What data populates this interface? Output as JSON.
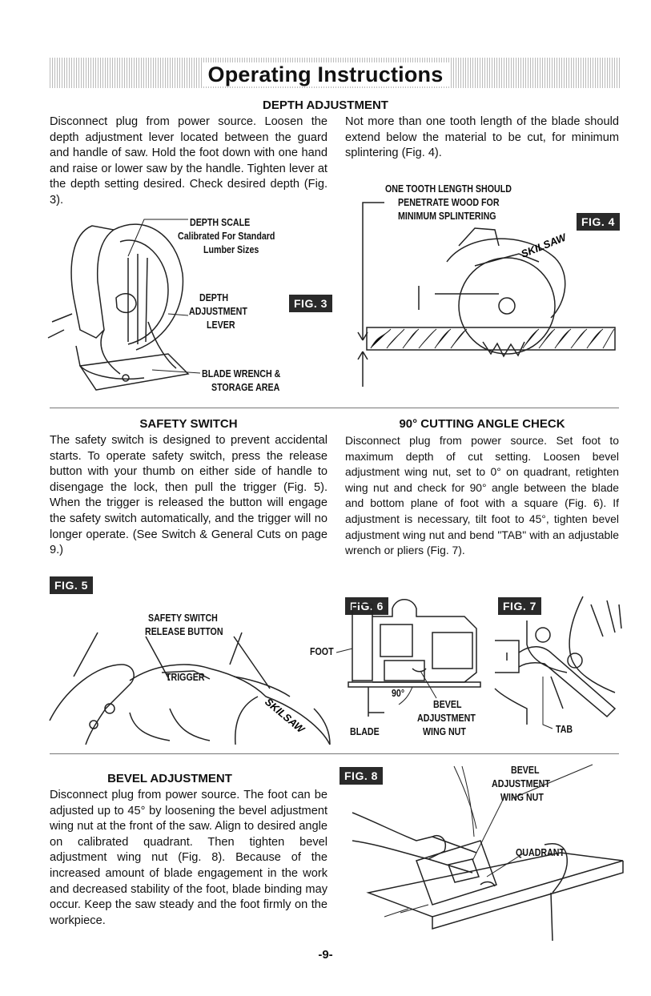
{
  "page_title": "Operating Instructions",
  "page_number": "-9-",
  "depth": {
    "heading": "DEPTH ADJUSTMENT",
    "text_left": "Disconnect plug from power source. Loosen the depth adjustment lever located between the guard and handle of saw. Hold the foot down with one hand and raise or lower saw by the handle. Tighten lever at the depth setting desired. Check desired depth (Fig. 3).",
    "text_right": "Not more than one tooth length of the blade should extend below the material to be cut, for minimum splintering (Fig. 4)."
  },
  "fig3": {
    "tag": "FIG. 3",
    "label_depth_scale": "DEPTH SCALE",
    "label_calibrated_1": "Calibrated For Standard",
    "label_calibrated_2": "Lumber Sizes",
    "label_lever_1": "DEPTH",
    "label_lever_2": "ADJUSTMENT",
    "label_lever_3": "LEVER",
    "label_wrench_1": "BLADE WRENCH &",
    "label_wrench_2": "STORAGE AREA"
  },
  "fig4": {
    "tag": "FIG. 4",
    "label_1": "ONE TOOTH LENGTH SHOULD",
    "label_2": "PENETRATE WOOD FOR",
    "label_3": "MINIMUM SPLINTERING",
    "brand": "SKILSAW"
  },
  "safety": {
    "heading": "SAFETY SWITCH",
    "text": "The safety switch is designed to prevent accidental starts. To operate safety switch, press the release button with your thumb on either side of handle to disengage the lock, then pull the trigger (Fig. 5). When the trigger is released the button will engage the safety switch automatically, and the trigger will no longer operate. (See Switch & General Cuts on page 9.)"
  },
  "angle": {
    "heading": "90° CUTTING ANGLE CHECK",
    "text": "Disconnect plug from power source. Set foot to maximum depth of cut setting. Loosen bevel adjustment wing nut, set to 0° on quadrant, retighten wing nut and check for 90° angle between the blade and bottom plane of foot with a square (Fig. 6). If adjustment is necessary, tilt foot to 45°, tighten bevel adjustment wing nut and bend \"TAB\" with an adjustable wrench or pliers (Fig. 7)."
  },
  "fig5": {
    "tag": "FIG. 5",
    "label_release_1": "SAFETY SWITCH",
    "label_release_2": "RELEASE BUTTON",
    "label_trigger": "TRIGGER",
    "brand": "SKILSAW"
  },
  "fig6": {
    "tag": "FIG. 6",
    "label_foot": "FOOT",
    "label_90": "90°",
    "label_blade": "BLADE",
    "label_bevel_1": "BEVEL",
    "label_bevel_2": "ADJUSTMENT",
    "label_bevel_3": "WING NUT"
  },
  "fig7": {
    "tag": "FIG. 7",
    "label_tab": "TAB"
  },
  "bevel": {
    "heading": "BEVEL ADJUSTMENT",
    "text": "Disconnect plug from power source. The foot can be adjusted up to 45° by loosening the bevel adjustment wing nut at the front of the saw. Align to desired angle on calibrated quadrant. Then tighten bevel adjustment wing nut (Fig. 8). Because of the increased amount of blade engagement in the work and decreased stability of the foot, blade binding may occur. Keep the saw steady and the foot firmly on the workpiece."
  },
  "fig8": {
    "tag": "FIG. 8",
    "label_bevel_1": "BEVEL",
    "label_bevel_2": "ADJUSTMENT",
    "label_bevel_3": "WING NUT",
    "label_quadrant": "QUADRANT"
  }
}
